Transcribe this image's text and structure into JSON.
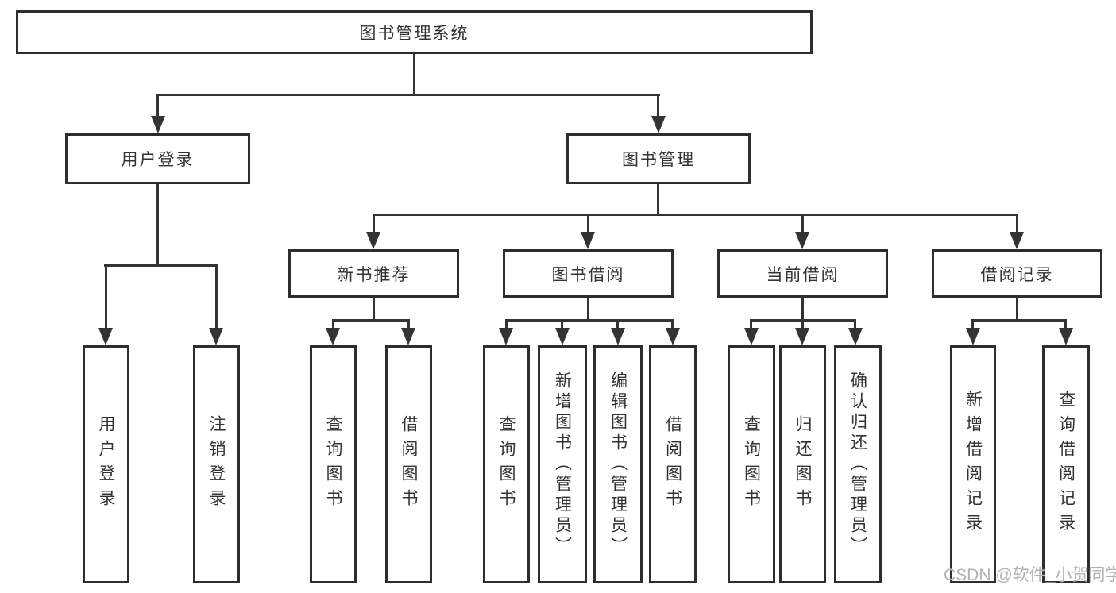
{
  "tree": {
    "root": "图书管理系统",
    "branches": [
      {
        "label": "用户登录",
        "children": [
          "用户登录",
          "注销登录"
        ]
      },
      {
        "label": "图书管理",
        "children": [
          {
            "label": "新书推荐",
            "children": [
              "查询图书",
              "借阅图书"
            ]
          },
          {
            "label": "图书借阅",
            "children": [
              "查询图书",
              "新增图书（管理员）",
              "编辑图书（管理员）",
              "借阅图书"
            ]
          },
          {
            "label": "当前借阅",
            "children": [
              "查询图书",
              "归还图书",
              "确认归还（管理员）"
            ]
          },
          {
            "label": "借阅记录",
            "children": [
              "新增借阅记录",
              "查询借阅记录"
            ]
          }
        ]
      }
    ]
  },
  "colors": {
    "border": "#2e2e2e",
    "line": "#333333",
    "text": "#333333",
    "watermark": "#b2b2b2",
    "background": "#ffffff"
  },
  "watermark": {
    "text": "CSDN @软件_小贺同学"
  }
}
